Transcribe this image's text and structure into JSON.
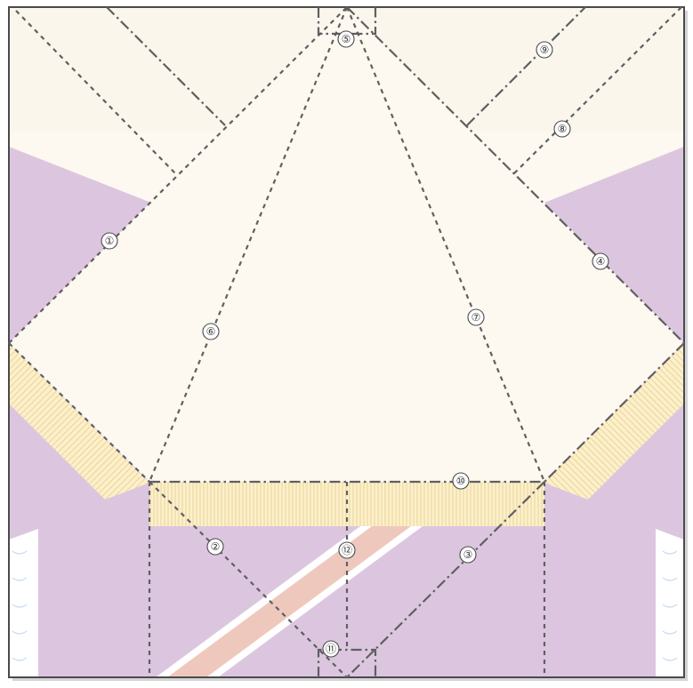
{
  "colors": {
    "paper": "#fdf8f0",
    "lavender": "#dcc6df",
    "cream_rib": "#fdf0c9",
    "rib_line": "#e2cc96",
    "stripe_pink": "#efc8bd",
    "stripe_white": "#ffffff",
    "fold_line": "#5f5f62",
    "frame": "#4a4a4a"
  },
  "fold_lines": [
    {
      "number": "①",
      "type": "valley"
    },
    {
      "number": "②",
      "type": "valley"
    },
    {
      "number": "③",
      "type": "mountain"
    },
    {
      "number": "④",
      "type": "mountain"
    },
    {
      "number": "⑤",
      "type": "mountain"
    },
    {
      "number": "⑥",
      "type": "valley"
    },
    {
      "number": "⑦",
      "type": "valley"
    },
    {
      "number": "⑧",
      "type": "valley"
    },
    {
      "number": "⑨",
      "type": "mountain"
    },
    {
      "number": "⑩",
      "type": "mountain"
    },
    {
      "number": "⑪",
      "type": "valley"
    },
    {
      "number": "⑫",
      "type": "valley"
    }
  ]
}
